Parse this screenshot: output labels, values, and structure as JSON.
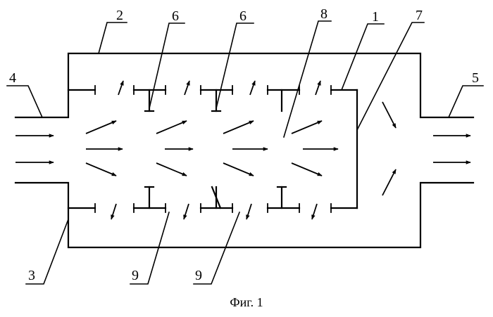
{
  "labels": [
    {
      "id": "2",
      "text": "2"
    },
    {
      "id": "6a",
      "text": "6"
    },
    {
      "id": "6b",
      "text": "6"
    },
    {
      "id": "8",
      "text": "8"
    },
    {
      "id": "1",
      "text": "1"
    },
    {
      "id": "7",
      "text": "7"
    },
    {
      "id": "4",
      "text": "4"
    },
    {
      "id": "5",
      "text": "5"
    },
    {
      "id": "3",
      "text": "3"
    },
    {
      "id": "9a",
      "text": "9"
    },
    {
      "id": "9b",
      "text": "9"
    }
  ],
  "caption": "Фиг. 1"
}
